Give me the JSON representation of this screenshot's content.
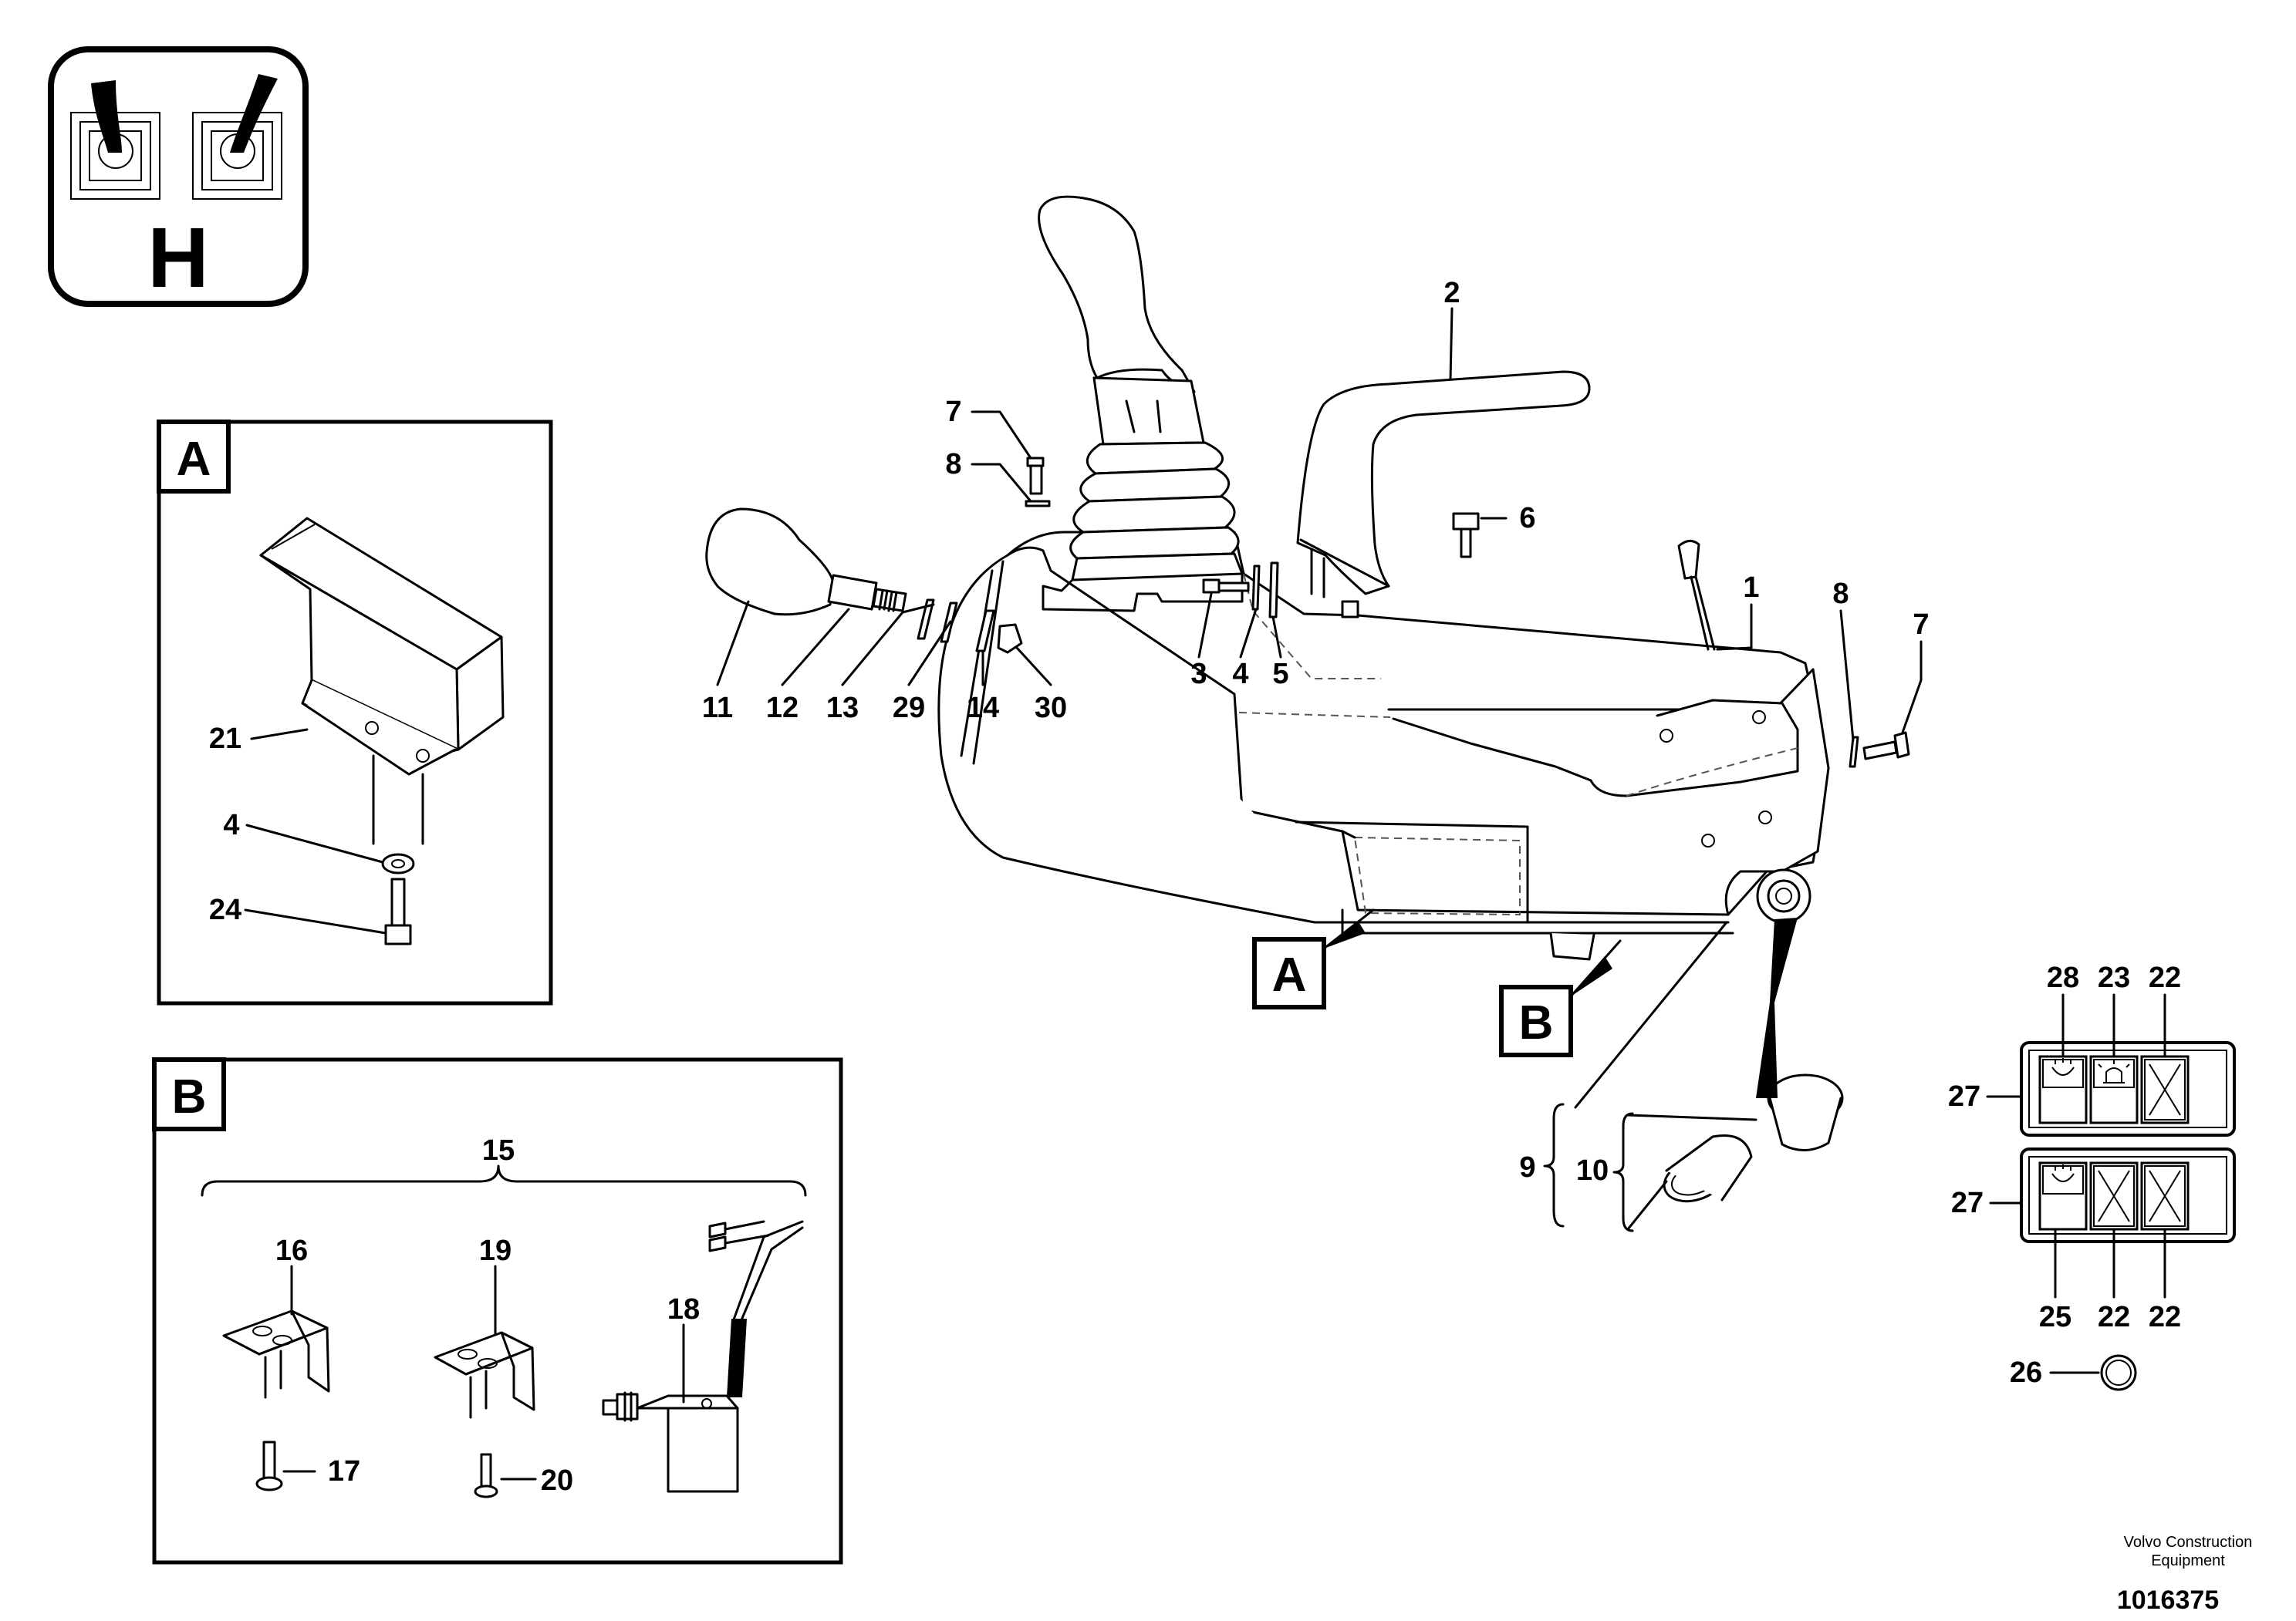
{
  "icon": {
    "letter": "H",
    "name": "two-joystick-levers-icon"
  },
  "detail_a": {
    "tag": "A",
    "callouts": [
      "21",
      "4",
      "24"
    ]
  },
  "detail_b": {
    "tag": "B",
    "callouts": [
      "15",
      "16",
      "19",
      "18",
      "17",
      "20"
    ]
  },
  "main": {
    "tags": [
      "A",
      "B"
    ],
    "callouts_top": [
      "2",
      "6",
      "1",
      "7",
      "8",
      "7",
      "8"
    ],
    "callouts_row": [
      "11",
      "12",
      "13",
      "29",
      "14",
      "30",
      "3",
      "4",
      "5"
    ],
    "callouts_lower": [
      "9",
      "10"
    ]
  },
  "switch_panel": {
    "top_labels": [
      "28",
      "23",
      "22"
    ],
    "row_label": "27",
    "bottom_labels": [
      "25",
      "22",
      "22"
    ],
    "loose_label": "26"
  },
  "footer": {
    "line1": "Volvo Construction",
    "line2": "Equipment",
    "code": "1016375"
  }
}
